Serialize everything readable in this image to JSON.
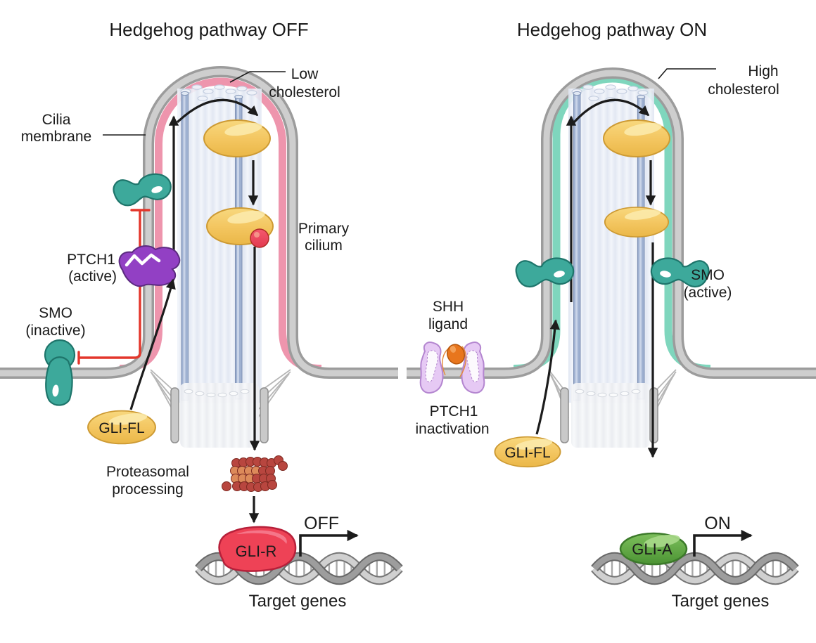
{
  "colors": {
    "low_cholesterol": "#f295ae",
    "high_cholesterol": "#7fd7c0",
    "membrane_gray": "#9c9c9c",
    "gli_yellow": "#f3c55f",
    "gli_repressor_red": "#ee4256",
    "gli_activator_green": "#58a83f",
    "smo_teal": "#3da99b",
    "ptch1_purple": "#9240c4",
    "inhibition_red": "#e3362b"
  },
  "panel_off": {
    "title": "Hedgehog pathway OFF",
    "cholesterol": {
      "line1": "Low",
      "line2": "cholesterol"
    },
    "cilia_membrane": {
      "line1": "Cilia",
      "line2": "membrane"
    },
    "ptch1": {
      "line1": "PTCH1",
      "line2": "(active)"
    },
    "smo": {
      "line1": "SMO",
      "line2": "(inactive)"
    },
    "primary_cilium": {
      "line1": "Primary",
      "line2": "cilium"
    },
    "gli_fl": "GLI-FL",
    "proteasome": {
      "line1": "Proteasomal",
      "line2": "processing"
    },
    "gli_r": "GLI-R",
    "state": "OFF",
    "target_genes": "Target genes"
  },
  "panel_on": {
    "title": "Hedgehog pathway ON",
    "cholesterol": {
      "line1": "High",
      "line2": "cholesterol"
    },
    "shh": {
      "line1": "SHH",
      "line2": "ligand"
    },
    "ptch1": {
      "line1": "PTCH1",
      "line2": "inactivation"
    },
    "smo": {
      "line1": "SMO",
      "line2": "(active)"
    },
    "gli_fl": "GLI-FL",
    "gli_a": "GLI-A",
    "state": "ON",
    "target_genes": "Target genes"
  }
}
